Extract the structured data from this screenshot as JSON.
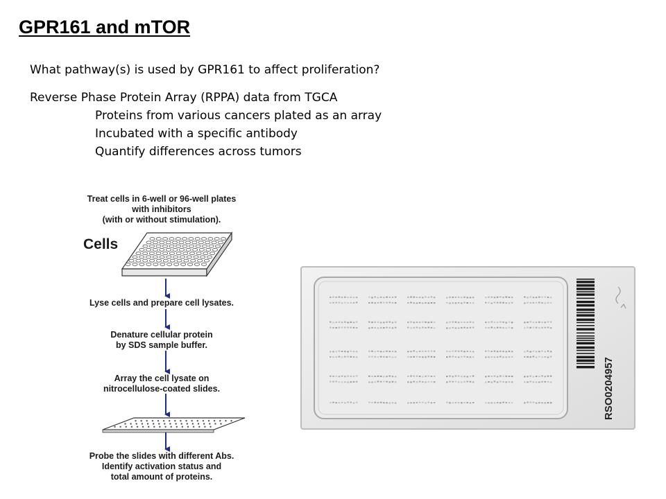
{
  "title": "GPR161 and mTOR",
  "lines": [
    "What pathway(s) is used by GPR161 to affect proliferation?",
    "Reverse Phase Protein Array (RPPA) data from TGCA",
    "Proteins from various cancers plated as an array",
    "Incubated with a specific antibody",
    "Quantify differences across tumors"
  ],
  "workflow": {
    "cells_label": "Cells",
    "steps": [
      [
        "Treat cells in 6-well or 96-well plates",
        "with inhibitors",
        "(with or without stimulation)."
      ],
      [
        "Lyse cells and prepare cell lysates."
      ],
      [
        "Denature cellular protein",
        "by SDS sample buffer."
      ],
      [
        "Array the cell lysate on",
        "nitrocellulose-coated slides."
      ],
      [
        "Probe the slides with different Abs.",
        "Identify activation status and",
        "total amount of proteins."
      ]
    ],
    "arrow_color": "#1f2a8a"
  },
  "slide_photo": {
    "barcode_text": "RSO0204957"
  }
}
